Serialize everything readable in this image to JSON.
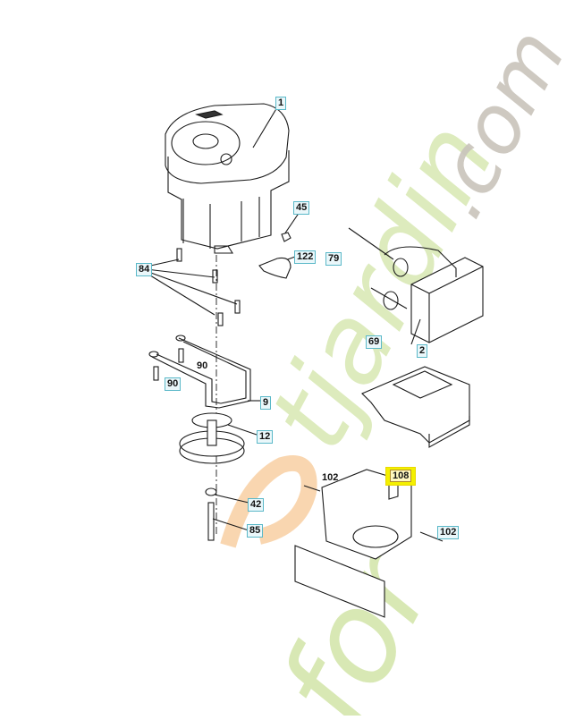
{
  "diagram": {
    "type": "exploded-parts-diagram",
    "subject": "Lawn tractor engine, muffler, pulley and mounting assembly",
    "watermark": {
      "text_part1": "foret",
      "text_part2": "jardin",
      "text_part3": ".com",
      "colors": {
        "green": "#cfe3a2",
        "orange": "#f6c48e",
        "gray": "#c9c4bb"
      }
    },
    "parts": [
      {
        "id": "1",
        "name": "engine",
        "label": "1"
      },
      {
        "id": "45",
        "name": "nut",
        "label": "45"
      },
      {
        "id": "122",
        "name": "shield",
        "label": "122"
      },
      {
        "id": "84",
        "name": "engine-bolts",
        "label": "84"
      },
      {
        "id": "79",
        "name": "muffler-bolt",
        "label": "79"
      },
      {
        "id": "69",
        "name": "gasket",
        "label": "69"
      },
      {
        "id": "2",
        "name": "muffler",
        "label": "2"
      },
      {
        "id": "90a",
        "name": "bolt",
        "label": "90"
      },
      {
        "id": "90b",
        "name": "bolt",
        "label": "90"
      },
      {
        "id": "9",
        "name": "belt-guide",
        "label": "9"
      },
      {
        "id": "12",
        "name": "engine-pulley",
        "label": "12"
      },
      {
        "id": "42",
        "name": "washer",
        "label": "42"
      },
      {
        "id": "85",
        "name": "pulley-bolt",
        "label": "85"
      },
      {
        "id": "102a",
        "name": "bolt",
        "label": "102"
      },
      {
        "id": "108",
        "name": "bracket",
        "label": "108",
        "highlighted": true
      },
      {
        "id": "102b",
        "name": "bolt",
        "label": "102"
      }
    ],
    "colors": {
      "line": "#1a1a1a",
      "callout_border": "#5ab8c8",
      "callout_bg": "#eaf7fa",
      "highlight": "#f4f000"
    }
  }
}
